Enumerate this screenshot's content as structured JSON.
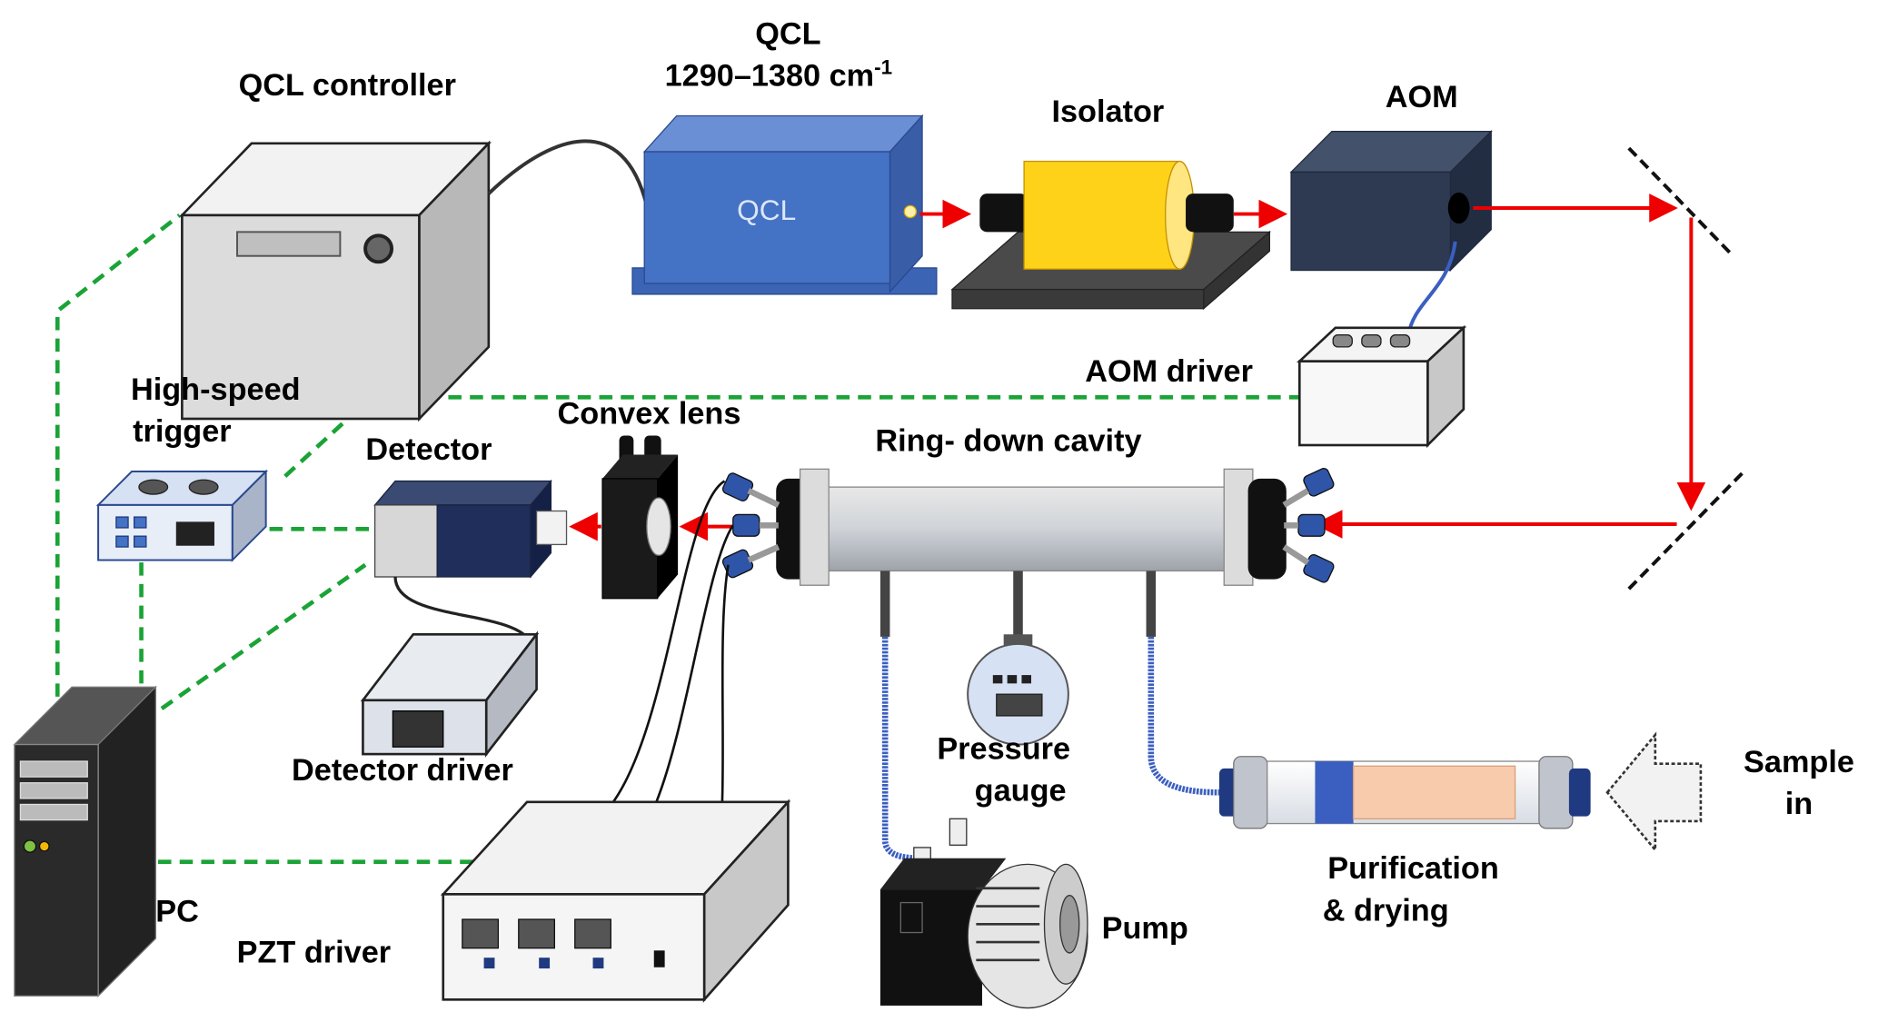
{
  "title": "QCL cavity ring-down spectroscopy setup",
  "labels": {
    "qcl_controller": "QCL  controller",
    "qcl_title": "QCL",
    "qcl_range": "1290–1380 cm",
    "qcl_range_sup": "-1",
    "qcl_box": "QCL",
    "isolator": "Isolator",
    "aom": "AOM",
    "aom_driver": "AOM  driver",
    "high_speed_1": "High-speed",
    "high_speed_2": "trigger",
    "detector": "Detector",
    "convex_lens": "Convex lens",
    "ring_down_cavity": "Ring- down  cavity",
    "detector_driver": "Detector  driver",
    "pressure_1": "Pressure",
    "pressure_2": "gauge",
    "sample_1": "Sample",
    "sample_2": "in",
    "pc": "PC",
    "pzt_driver": "PZT driver",
    "pump": "Pump",
    "purification_1": "Purification",
    "purification_2": "& drying"
  },
  "colors": {
    "laser_beam": "#ee0000",
    "signal_link": "#1aa336",
    "qcl_body": "#4472c4",
    "isolator": "#f5c400",
    "aom": "#2e3a52",
    "tubing": "#3a5fc0",
    "purifier_fill": "#f8cbad"
  }
}
